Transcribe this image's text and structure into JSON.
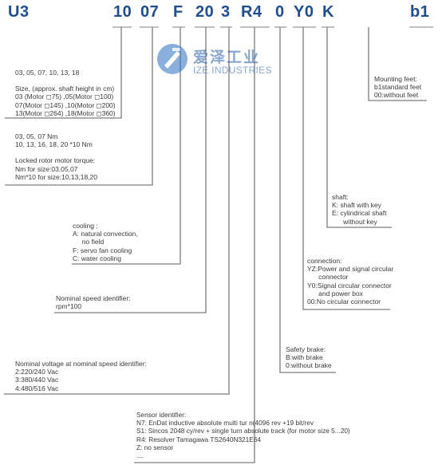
{
  "code_parts": [
    "U3",
    "10",
    "07",
    "F",
    "20",
    "3",
    "R4",
    "0",
    "Y0",
    "K",
    "b1"
  ],
  "watermark": {
    "cn": "爱泽工业",
    "en": "IZE INDUSTRIES"
  },
  "sections": {
    "size": [
      "03, 05, 07, 10, 13,  18",
      "",
      "Size, (approx. shaft height in cm)",
      "03 (Motor ◻75)  ,05(Motor ◻100)",
      "07(Motor ◻145) ,10(Motor ◻200)",
      "13(Motor ◻264) ,18(Motor ◻360)"
    ],
    "torque": [
      "03, 05, 07 Nm",
      "10, 13, 16, 18, 20  *10 Nm",
      "",
      "Locked rotor motor torque:",
      "Nm for size:03,05,07",
      "Nm*10 for size:10,13,18,20"
    ],
    "cooling": [
      "cooling :",
      "A: natural convection,",
      "     no field",
      "F: servo fan cooling",
      "C: water cooling"
    ],
    "speed": [
      "Nominal speed identifier:",
      "rpm*100"
    ],
    "voltage": [
      "Nominal  voltage at nominal speed identifier:",
      "2:220/240 Vac",
      "3:380/440  Vac",
      "4:480/516 Vac"
    ],
    "sensor": [
      "Sensor identifier:",
      "N7: EnDat inductive absolute multi tur n(4096 rev +19 bit/rev",
      "S1: Sincos 2048 cy/rev + single turn absolute track (for motor size 5...20)",
      "R4: Resolver Tamagawa TS2640N321E64",
      "Z: no sensor",
      "...."
    ],
    "brake": [
      "Safety brake:",
      "B:with brake",
      "0:without brake"
    ],
    "connection": [
      "connection:",
      "YZ:Power and signal circular",
      "      connector",
      "Y0:Signal circular connector",
      "      and power box",
      "00:No circular connector"
    ],
    "shaft": [
      "shaft:",
      "K: shaft with key",
      "E: cylindrical shaft",
      "      without key"
    ],
    "mounting": [
      "Mounting feet:",
      "b1standard feet",
      "00:without feet"
    ]
  }
}
